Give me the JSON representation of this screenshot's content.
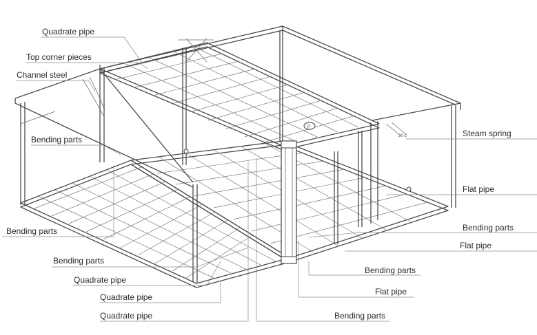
{
  "labels": {
    "l1": "Quadrate pipe",
    "l2": "Top corner pieces",
    "l3": "Channel steel",
    "l4": "Bending parts",
    "l5": "Steam spring",
    "l6": "Flat pipe",
    "l7": "Bending parts",
    "l8": "Bending parts",
    "l9": "Flat pipe",
    "l10": "Bending parts",
    "l11": "Bending parts",
    "l12": "Quadrate pipe",
    "l13": "Flat pipe",
    "l14": "Quadrate pipe",
    "l15": "Quadrate pipe",
    "l16": "Bending parts"
  },
  "annotations": {
    "spring_tag": "20-1",
    "hub_mark": "P"
  },
  "colors": {
    "line": "#4a4a4a",
    "text": "#2b2b2b",
    "leader": "#8a8a8a"
  }
}
